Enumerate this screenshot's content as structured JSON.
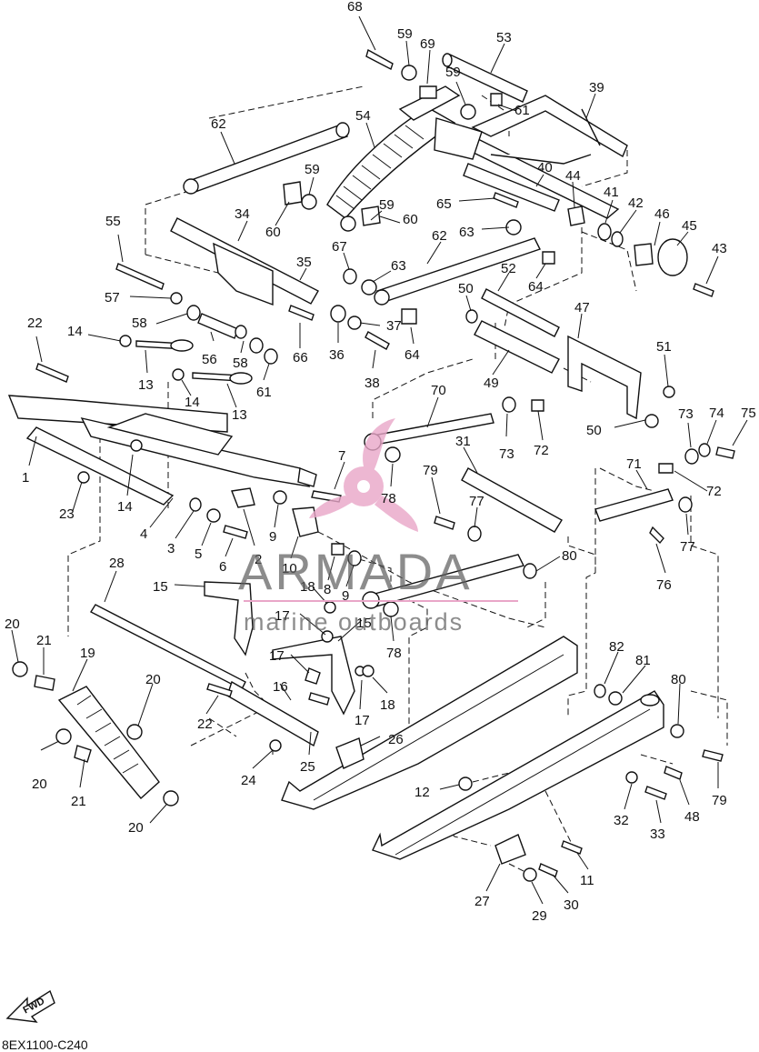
{
  "diagram": {
    "code": "8EX1100-C240",
    "fwd_label": "FWD",
    "watermark": {
      "brand": "ARMADA",
      "tagline": "marine outboards",
      "accent_color": "#e9a6c8",
      "text_color": "#5f5f5f"
    },
    "callouts": [
      {
        "id": "c68",
        "text": "68"
      },
      {
        "id": "c59a",
        "text": "59"
      },
      {
        "id": "c69",
        "text": "69"
      },
      {
        "id": "c53",
        "text": "53"
      },
      {
        "id": "c59b",
        "text": "59"
      },
      {
        "id": "c39",
        "text": "39"
      },
      {
        "id": "c61a",
        "text": "61"
      },
      {
        "id": "c54",
        "text": "54"
      },
      {
        "id": "c62a",
        "text": "62"
      },
      {
        "id": "c40",
        "text": "40"
      },
      {
        "id": "c44",
        "text": "44"
      },
      {
        "id": "c59c",
        "text": "59"
      },
      {
        "id": "c65",
        "text": "65"
      },
      {
        "id": "c41",
        "text": "41"
      },
      {
        "id": "c42",
        "text": "42"
      },
      {
        "id": "c46",
        "text": "46"
      },
      {
        "id": "c45",
        "text": "45"
      },
      {
        "id": "c43",
        "text": "43"
      },
      {
        "id": "c59d",
        "text": "59"
      },
      {
        "id": "c60a",
        "text": "60"
      },
      {
        "id": "c60b",
        "text": "60"
      },
      {
        "id": "c63a",
        "text": "63"
      },
      {
        "id": "c34",
        "text": "34"
      },
      {
        "id": "c55",
        "text": "55"
      },
      {
        "id": "c62b",
        "text": "62"
      },
      {
        "id": "c67",
        "text": "67"
      },
      {
        "id": "c35",
        "text": "35"
      },
      {
        "id": "c63b",
        "text": "63"
      },
      {
        "id": "c52",
        "text": "52"
      },
      {
        "id": "c64a",
        "text": "64"
      },
      {
        "id": "c57",
        "text": "57"
      },
      {
        "id": "c50a",
        "text": "50"
      },
      {
        "id": "c47",
        "text": "47"
      },
      {
        "id": "c58a",
        "text": "58"
      },
      {
        "id": "c37",
        "text": "37"
      },
      {
        "id": "c22a",
        "text": "22"
      },
      {
        "id": "c14a",
        "text": "14"
      },
      {
        "id": "c56",
        "text": "56"
      },
      {
        "id": "c58b",
        "text": "58"
      },
      {
        "id": "c66",
        "text": "66"
      },
      {
        "id": "c36",
        "text": "36"
      },
      {
        "id": "c64b",
        "text": "64"
      },
      {
        "id": "c51",
        "text": "51"
      },
      {
        "id": "c38",
        "text": "38"
      },
      {
        "id": "c13a",
        "text": "13"
      },
      {
        "id": "c49",
        "text": "49"
      },
      {
        "id": "c61b",
        "text": "61"
      },
      {
        "id": "c14b",
        "text": "14"
      },
      {
        "id": "c13b",
        "text": "13"
      },
      {
        "id": "c70",
        "text": "70"
      },
      {
        "id": "c73a",
        "text": "73"
      },
      {
        "id": "c74",
        "text": "74"
      },
      {
        "id": "c75",
        "text": "75"
      },
      {
        "id": "c73b",
        "text": "73"
      },
      {
        "id": "c72a",
        "text": "72"
      },
      {
        "id": "c50b",
        "text": "50"
      },
      {
        "id": "c1",
        "text": "1"
      },
      {
        "id": "c31",
        "text": "31"
      },
      {
        "id": "c7",
        "text": "7"
      },
      {
        "id": "c71",
        "text": "71"
      },
      {
        "id": "c72b",
        "text": "72"
      },
      {
        "id": "c23",
        "text": "23"
      },
      {
        "id": "c14c",
        "text": "14"
      },
      {
        "id": "c79a",
        "text": "79"
      },
      {
        "id": "c78a",
        "text": "78"
      },
      {
        "id": "c77a",
        "text": "77"
      },
      {
        "id": "c77b",
        "text": "77"
      },
      {
        "id": "c4",
        "text": "4"
      },
      {
        "id": "c3",
        "text": "3"
      },
      {
        "id": "c5",
        "text": "5"
      },
      {
        "id": "c9a",
        "text": "9"
      },
      {
        "id": "c2",
        "text": "2"
      },
      {
        "id": "c6",
        "text": "6"
      },
      {
        "id": "c10",
        "text": "10"
      },
      {
        "id": "c76",
        "text": "76"
      },
      {
        "id": "c80a",
        "text": "80"
      },
      {
        "id": "c28",
        "text": "28"
      },
      {
        "id": "c8",
        "text": "8"
      },
      {
        "id": "c9b",
        "text": "9"
      },
      {
        "id": "c15a",
        "text": "15"
      },
      {
        "id": "c18a",
        "text": "18"
      },
      {
        "id": "c17a",
        "text": "17"
      },
      {
        "id": "c15b",
        "text": "15"
      },
      {
        "id": "c20a",
        "text": "20"
      },
      {
        "id": "c21a",
        "text": "21"
      },
      {
        "id": "c78b",
        "text": "78"
      },
      {
        "id": "c19",
        "text": "19"
      },
      {
        "id": "c17b",
        "text": "17"
      },
      {
        "id": "c82",
        "text": "82"
      },
      {
        "id": "c81",
        "text": "81"
      },
      {
        "id": "c20b",
        "text": "20"
      },
      {
        "id": "c16",
        "text": "16"
      },
      {
        "id": "c18b",
        "text": "18"
      },
      {
        "id": "c80b",
        "text": "80"
      },
      {
        "id": "c22b",
        "text": "22"
      },
      {
        "id": "c17c",
        "text": "17"
      },
      {
        "id": "c26",
        "text": "26"
      },
      {
        "id": "c20c",
        "text": "20"
      },
      {
        "id": "c24",
        "text": "24"
      },
      {
        "id": "c25",
        "text": "25"
      },
      {
        "id": "c21b",
        "text": "21"
      },
      {
        "id": "c12",
        "text": "12"
      },
      {
        "id": "c32",
        "text": "32"
      },
      {
        "id": "c48",
        "text": "48"
      },
      {
        "id": "c79b",
        "text": "79"
      },
      {
        "id": "c20d",
        "text": "20"
      },
      {
        "id": "c33",
        "text": "33"
      },
      {
        "id": "c11",
        "text": "11"
      },
      {
        "id": "c27",
        "text": "27"
      },
      {
        "id": "c30",
        "text": "30"
      },
      {
        "id": "c29",
        "text": "29"
      }
    ]
  }
}
